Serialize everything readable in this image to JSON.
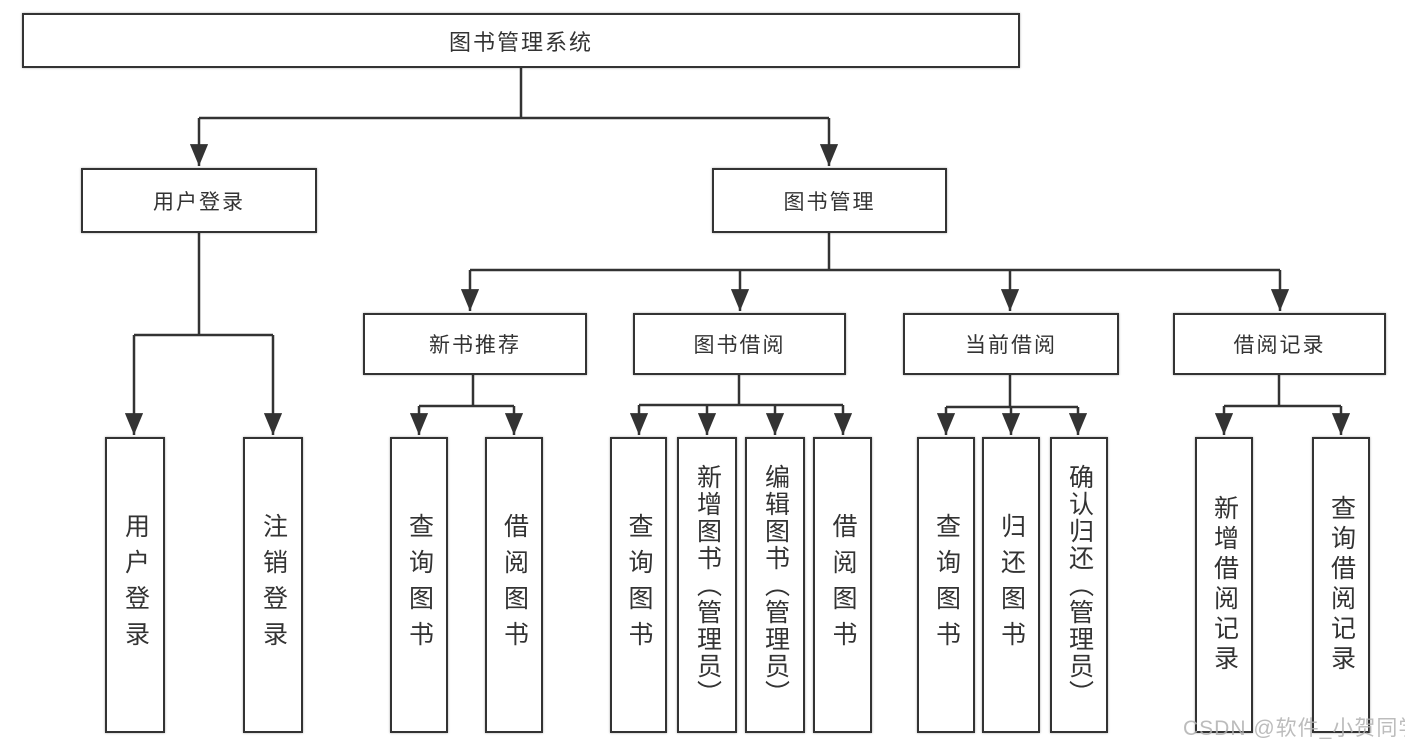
{
  "diagram": {
    "type": "hierarchy-tree",
    "root": {
      "label": "图书管理系统",
      "children": [
        {
          "label": "用户登录",
          "children": [
            {
              "label": "用户登录"
            },
            {
              "label": "注销登录"
            }
          ]
        },
        {
          "label": "图书管理",
          "children": [
            {
              "label": "新书推荐",
              "children": [
                {
                  "label": "查询图书"
                },
                {
                  "label": "借阅图书"
                }
              ]
            },
            {
              "label": "图书借阅",
              "children": [
                {
                  "label": "查询图书"
                },
                {
                  "label": "新增图书（管理员）"
                },
                {
                  "label": "编辑图书（管理员）"
                },
                {
                  "label": "借阅图书"
                }
              ]
            },
            {
              "label": "当前借阅",
              "children": [
                {
                  "label": "查询图书"
                },
                {
                  "label": "归还图书"
                },
                {
                  "label": "确认归还（管理员）"
                }
              ]
            },
            {
              "label": "借阅记录",
              "children": [
                {
                  "label": "新增借阅记录"
                },
                {
                  "label": "查询借阅记录"
                }
              ]
            }
          ]
        }
      ]
    },
    "colors": {
      "line": "#333333",
      "box_border": "#333333",
      "box_fill": "#ffffff",
      "text": "#333333"
    }
  },
  "watermark": {
    "text": "CSDN @软件_小贺同学",
    "color": "#b0b0b0"
  }
}
